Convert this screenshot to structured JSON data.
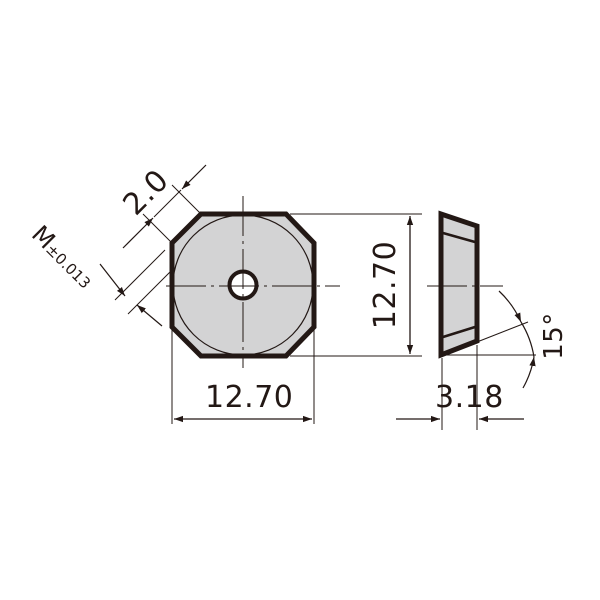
{
  "drawing": {
    "title": "Square insert with chamfered corners - technical drawing",
    "colors": {
      "outline": "#231815",
      "fill": "#d3d3d4",
      "background": "#ffffff"
    },
    "top_view": {
      "shape": "octagon (square with chamfered corners)",
      "center_hole": true
    },
    "side_view": {
      "shape": "tapered insert section"
    },
    "dimensions": {
      "width": "12.70",
      "height": "12.70",
      "thickness": "3.18",
      "chamfer": "2.0",
      "clearance_angle": "15°",
      "m_label": "M",
      "m_tolerance": "±0.013"
    }
  }
}
